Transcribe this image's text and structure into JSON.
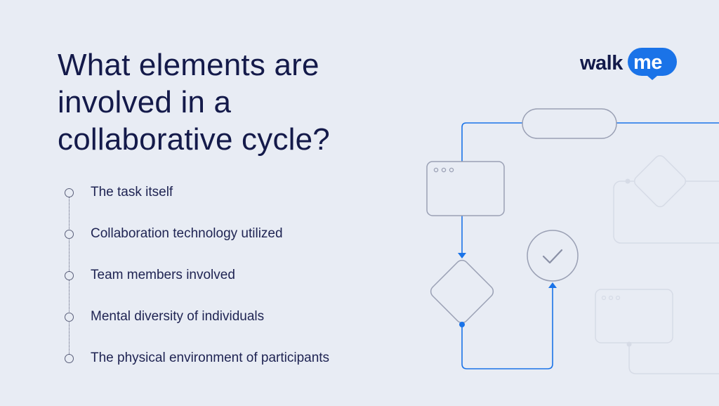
{
  "title_lines": [
    "What elements are",
    "involved in a",
    "collaborative cycle?"
  ],
  "items": [
    "The task itself",
    "Collaboration technology utilized",
    "Team members involved",
    "Mental diversity of individuals",
    "The physical environment of participants"
  ],
  "logo": {
    "walk": "walk",
    "me": "me"
  },
  "colors": {
    "background": "#e8ecf4",
    "title": "#141a4a",
    "text": "#1e2352",
    "accent": "#1a73e8",
    "shape_stroke": "#9aa0b4",
    "faded_stroke": "#d6dbe6"
  },
  "icons": [
    "check-icon",
    "window-dots-icon",
    "diamond-decision-icon"
  ]
}
